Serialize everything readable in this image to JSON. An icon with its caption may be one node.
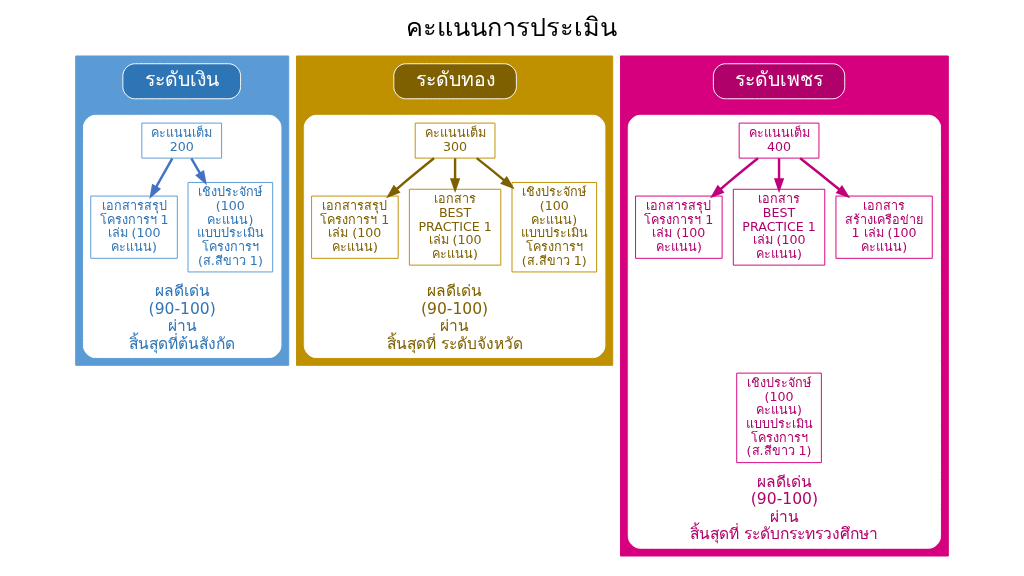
{
  "diagram": {
    "title": "คะแนนการประเมิน",
    "nodes": [
      {
        "text": [],
        "shape": "box"
      },
      {
        "text": [
          "ระดับเงิน"
        ],
        "in": 0
      },
      {
        "text": [
          "ผลดีเด่น (90-100) ผ่าน",
          "สิ้นสุดที่ต้นสังกัด"
        ],
        "in": 0
      },
      {
        "text": [
          "คะแนนเต็ม 200"
        ],
        "in": 2
      },
      {
        "text": [
          "เอกสารสรุป โครงการฯ 1 เล่ม (100 คะแนน)"
        ],
        "in": 2
      },
      {
        "text": [
          "เชิงประจักษ์",
          "(100 คะแนน) แบบประเมิน โครงการฯ (ส.สีขาว 1)"
        ],
        "in": 2
      },
      {
        "text": [],
        "shape": "box"
      },
      {
        "text": [
          "ระดับทอง"
        ],
        "in": 6
      },
      {
        "text": [
          "ผลดีเด่น (90-100) ผ่าน",
          "สิ้นสุดที่ ระดับจังหวัด"
        ],
        "in": 6
      },
      {
        "text": [
          "คะแนนเต็ม 300"
        ],
        "in": 8
      },
      {
        "text": [
          "เอกสารสรุป โครงการฯ 1 เล่ม (100 คะแนน)"
        ],
        "in": 8
      },
      {
        "text": [
          "เอกสาร BEST PRACTICE 1 เล่ม (100 คะแนน)"
        ],
        "in": 8
      },
      {
        "text": [
          "เชิงประจักษ์",
          "(100 คะแนน) แบบประเมิน โครงการฯ (ส.สีขาว 1)"
        ],
        "in": 8
      },
      {
        "text": [],
        "shape": "box"
      },
      {
        "text": [
          "ระดับเพชร"
        ],
        "in": 13
      },
      {
        "text": [
          "ผลดีเด่น (90-100) ผ่าน",
          "สิ้นสุดที่ ระดับกระทรวงศึกษา"
        ],
        "in": 13
      },
      {
        "text": [
          "คะแนนเต็ม 400"
        ],
        "in": 15
      },
      {
        "text": [
          "เอกสารสรุป โครงการฯ 1 เล่ม (100 คะแนน)"
        ],
        "in": 15
      },
      {
        "text": [
          "เอกสาร BEST PRACTICE 1 เล่ม (100 คะแนน)"
        ],
        "in": 15
      },
      {
        "text": [
          "เอกสาร สร้างเครือข่าย 1 เล่ม (100 คะแนน)"
        ],
        "in": 15
      },
      {
        "text": [
          "เชิงประจักษ์",
          "(100 คะแนน) แบบประเมิน โครงการฯ (ส.สีขาว 1)"
        ],
        "in": 15
      }
    ],
    "edges": [
      {
        "from": 3,
        "to": 4,
        "arrow": "to",
        "color": "#4472c4"
      },
      {
        "from": 3,
        "to": 5,
        "arrow": "to",
        "color": "#4472c4"
      },
      {
        "from": 9,
        "to": 10,
        "arrow": "to"
      },
      {
        "from": 9,
        "to": 11,
        "arrow": "to"
      },
      {
        "from": 9,
        "to": 12,
        "arrow": "to"
      },
      {
        "from": 16,
        "to": 17,
        "arrow": "to",
        "color": "#c0007a"
      },
      {
        "from": 16,
        "to": 18,
        "arrow": "to",
        "color": "#c0007a"
      },
      {
        "from": 16,
        "to": 19,
        "arrow": "to",
        "color": "#c0007a"
      }
    ]
  }
}
